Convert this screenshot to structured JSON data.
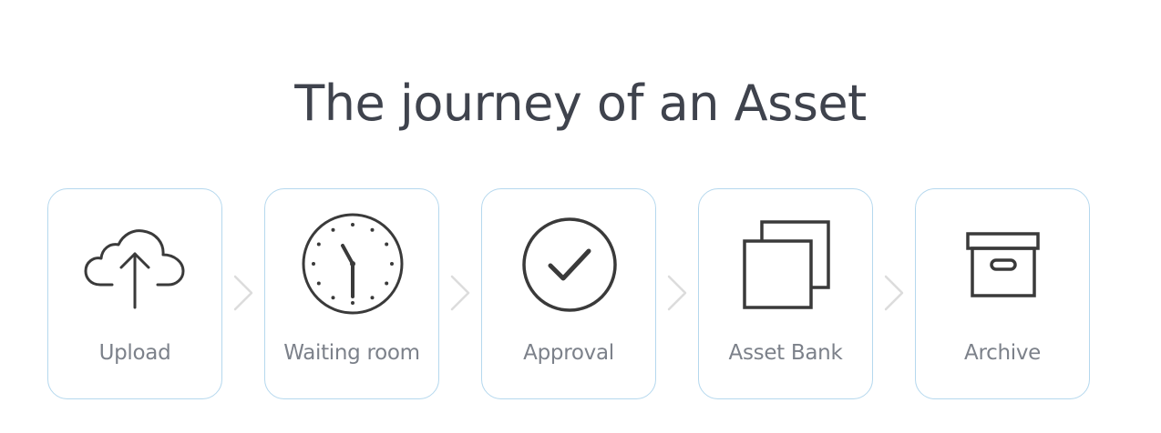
{
  "title": "The journey of an Asset",
  "steps": [
    {
      "label": "Upload",
      "icon": "cloud-upload-icon"
    },
    {
      "label": "Waiting room",
      "icon": "clock-icon"
    },
    {
      "label": "Approval",
      "icon": "checkmark-circle-icon"
    },
    {
      "label": "Asset Bank",
      "icon": "stacked-squares-icon"
    },
    {
      "label": "Archive",
      "icon": "archive-box-icon"
    }
  ],
  "colors": {
    "title": "#3f434d",
    "label": "#7c818a",
    "icon_stroke": "#3a3a3a",
    "card_border": "#b5d8ee",
    "arrow": "#dcdcdc"
  }
}
